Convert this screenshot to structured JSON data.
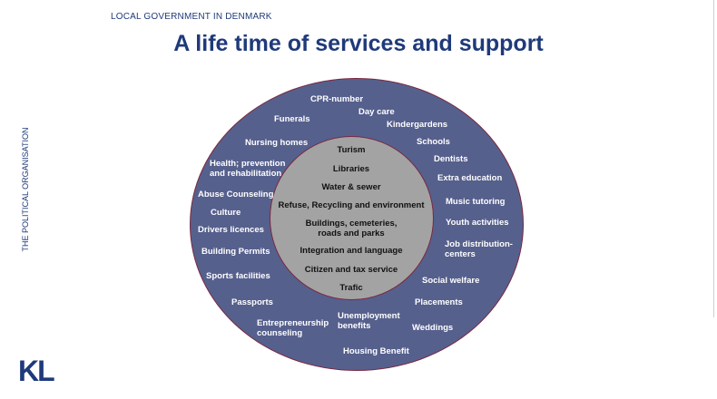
{
  "header": "LOCAL GOVERNMENT IN DENMARK",
  "title": "A life time of services and support",
  "side_label": "THE POLITICAL ORGANISATION",
  "logo": "KL",
  "outer_services": [
    "CPR-number",
    "Day care",
    "Funerals",
    "Kindergardens",
    "Nursing homes",
    "Schools",
    "Dentists",
    "Health; prevention\nand rehabilitation",
    "Extra education",
    "Abuse Counseling",
    "Music tutoring",
    "Culture",
    "Youth activities",
    "Drivers licences",
    "Job distribution-\ncenters",
    "Building Permits",
    "Sports facilities",
    "Social welfare",
    "Passports",
    "Placements",
    "Unemployment\nbenefits",
    "Entrepreneurship\ncounseling",
    "Weddings",
    "Housing Benefit"
  ],
  "inner_services": [
    "Turism",
    "Libraries",
    "Water & sewer",
    "Refuse, Recycling and environment",
    "Buildings, cemeteries,\nroads and parks",
    "Integration and language",
    "Citizen and tax service",
    "Trafic"
  ]
}
